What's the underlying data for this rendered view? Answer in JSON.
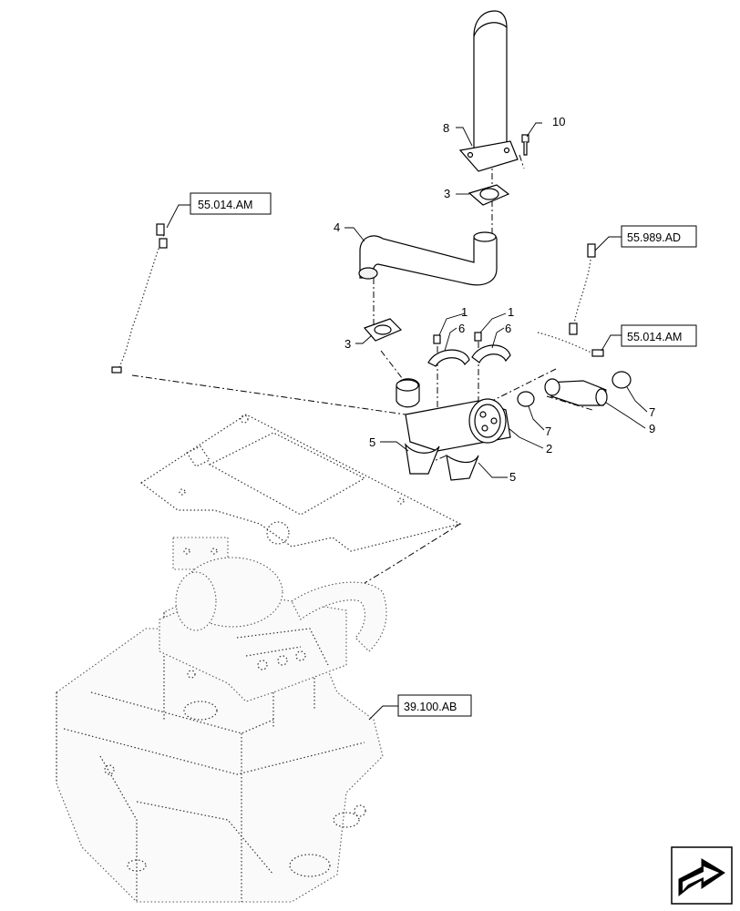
{
  "callouts": [
    {
      "id": "c1a",
      "label": "1"
    },
    {
      "id": "c1b",
      "label": "1"
    },
    {
      "id": "c2",
      "label": "2"
    },
    {
      "id": "c3a",
      "label": "3"
    },
    {
      "id": "c3b",
      "label": "3"
    },
    {
      "id": "c4",
      "label": "4"
    },
    {
      "id": "c5a",
      "label": "5"
    },
    {
      "id": "c5b",
      "label": "5"
    },
    {
      "id": "c6a",
      "label": "6"
    },
    {
      "id": "c6b",
      "label": "6"
    },
    {
      "id": "c7a",
      "label": "7"
    },
    {
      "id": "c7b",
      "label": "7"
    },
    {
      "id": "c8",
      "label": "8"
    },
    {
      "id": "c9",
      "label": "9"
    },
    {
      "id": "c10",
      "label": "10"
    }
  ],
  "references": [
    {
      "id": "ref-left",
      "label": "55.014.AM"
    },
    {
      "id": "ref-right-top",
      "label": "55.989.AD"
    },
    {
      "id": "ref-right-mid",
      "label": "55.014.AM"
    },
    {
      "id": "ref-frame",
      "label": "39.100.AB"
    }
  ],
  "nav_icon": "arrow-navigation-icon"
}
